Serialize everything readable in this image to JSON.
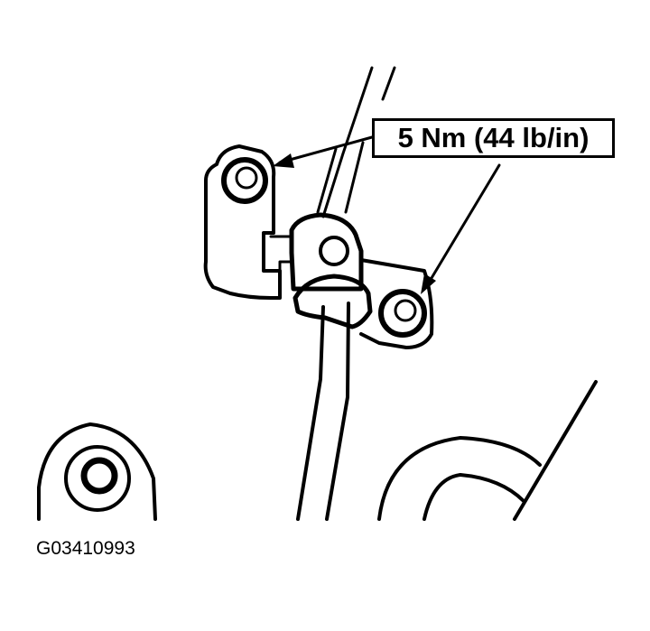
{
  "diagram": {
    "type": "technical-illustration",
    "subject": "Bracket with two mounting bolts and cable clamp",
    "callouts": [
      {
        "label": "5 Nm (44 lb/in)",
        "points_to": [
          "upper-left bolt",
          "lower-right bolt"
        ]
      }
    ],
    "figure_id": "G03410993",
    "colors": {
      "line": "#000000",
      "background": "#ffffff"
    }
  }
}
